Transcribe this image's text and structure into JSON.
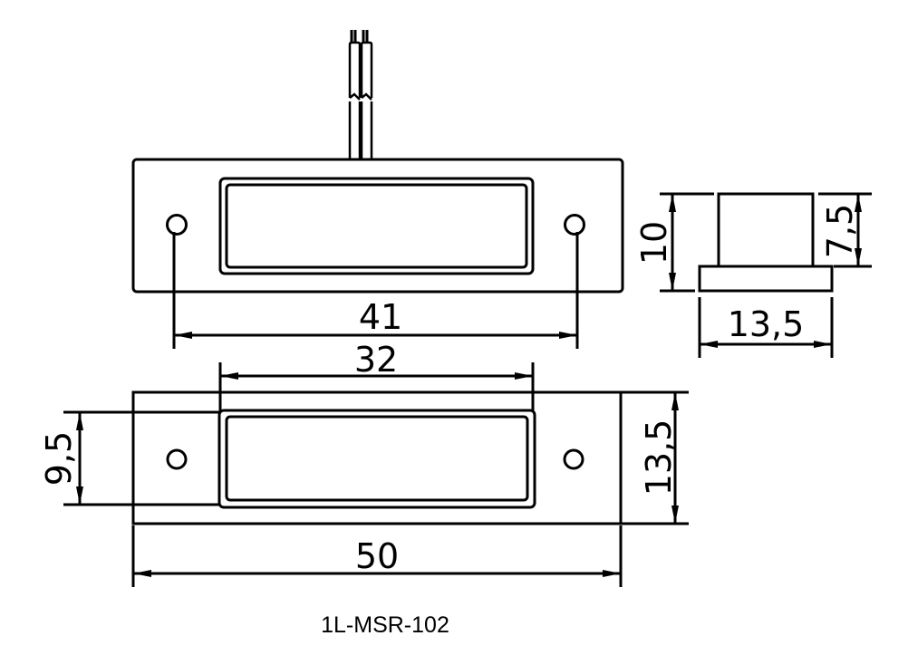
{
  "drawing": {
    "model_label": "1L-MSR-102",
    "line_color": "#000000",
    "background": "#ffffff"
  },
  "dimensions": {
    "hole_spacing": "41",
    "window_length": "32",
    "window_height": "9,5",
    "body_width": "13,5",
    "body_length": "50",
    "side_total_height": "10",
    "side_top_height": "7,5",
    "side_width": "13,5"
  }
}
